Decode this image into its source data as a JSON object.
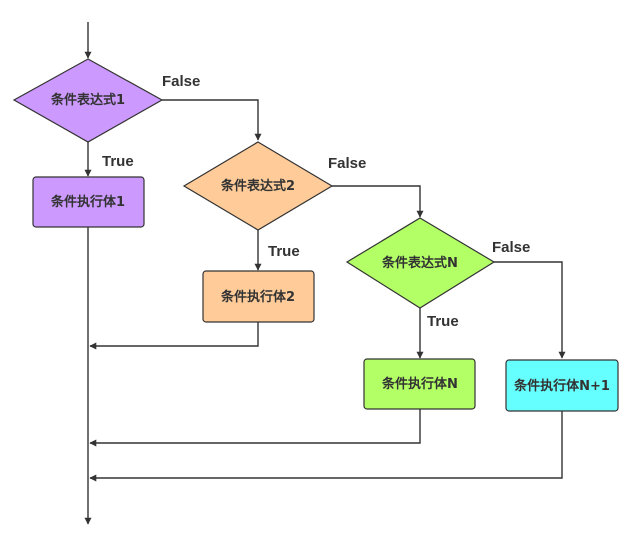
{
  "nodes": {
    "cond1": {
      "label": "条件表达式1",
      "color": "#CC99FF"
    },
    "body1": {
      "label": "条件执行体1",
      "color": "#CC99FF"
    },
    "cond2": {
      "label": "条件表达式2",
      "color": "#FFCC99"
    },
    "body2": {
      "label": "条件执行体2",
      "color": "#FFCC99"
    },
    "condN": {
      "label": "条件表达式N",
      "color": "#B3FF66"
    },
    "bodyN": {
      "label": "条件执行体N",
      "color": "#B3FF66"
    },
    "bodyN1": {
      "label": "条件执行体N+1",
      "color": "#66FFFF"
    }
  },
  "edges": {
    "false1": "False",
    "true1": "True",
    "false2": "False",
    "true2": "True",
    "falseN": "False",
    "trueN": "True"
  }
}
